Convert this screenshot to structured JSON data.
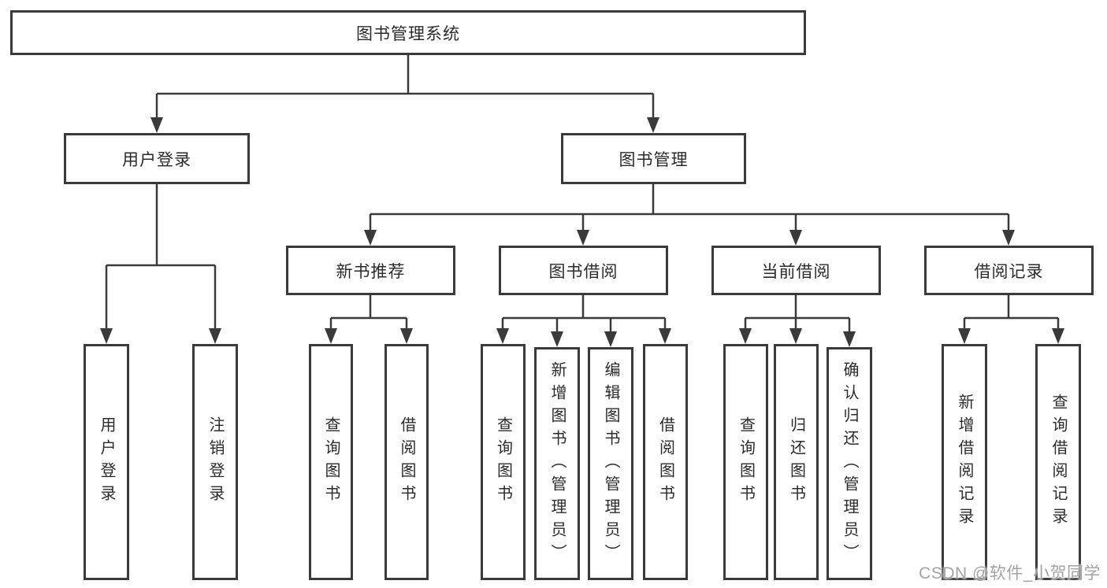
{
  "tree": {
    "root": {
      "label": "图书管理系统"
    },
    "level2": [
      {
        "label": "用户登录",
        "children": [
          {
            "label": "用户登录"
          },
          {
            "label": "注销登录"
          }
        ]
      },
      {
        "label": "图书管理",
        "children": [
          {
            "label": "新书推荐",
            "children": [
              {
                "label": "查询图书"
              },
              {
                "label": "借阅图书"
              }
            ]
          },
          {
            "label": "图书借阅",
            "children": [
              {
                "label": "查询图书"
              },
              {
                "label": "新增图书（管理员）"
              },
              {
                "label": "编辑图书（管理员）"
              },
              {
                "label": "借阅图书"
              }
            ]
          },
          {
            "label": "当前借阅",
            "children": [
              {
                "label": "查询图书"
              },
              {
                "label": "归还图书"
              },
              {
                "label": "确认归还（管理员）"
              }
            ]
          },
          {
            "label": "借阅记录",
            "children": [
              {
                "label": "新增借阅记录"
              },
              {
                "label": "查询借阅记录"
              }
            ]
          }
        ]
      }
    ]
  },
  "watermark": {
    "text": "CSDN @软件_小贺同学"
  },
  "colors": {
    "line": "#3a3a3a",
    "box_border": "#3a3a3a",
    "text": "#2b2b2b",
    "background": "#ffffff",
    "watermark": "#a3a3a3"
  }
}
